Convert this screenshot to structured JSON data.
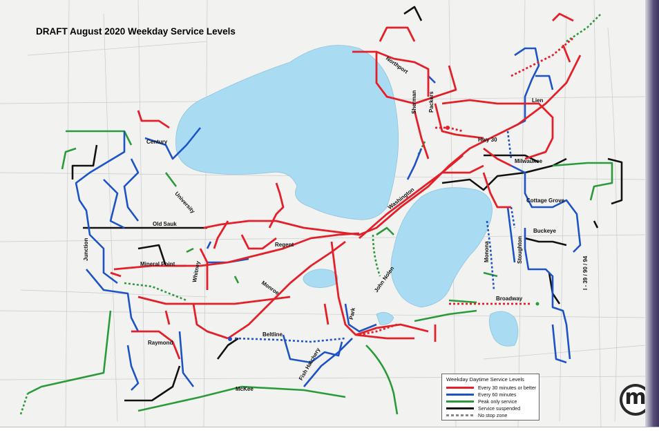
{
  "map": {
    "title": "DRAFT August 2020 Weekday Service Levels",
    "colors": {
      "water": "#a9dcf2",
      "frequent": "#e3202a",
      "hourly": "#1c53c6",
      "peak": "#2a9a3a",
      "suspended": "#111111",
      "no_stop": "#888888"
    },
    "streets": [
      "Northport",
      "Sherman",
      "Packers",
      "Lien",
      "Century",
      "Hwy 30",
      "Milwaukee",
      "University",
      "Washington",
      "Cottage Grove",
      "Old Sauk",
      "Buckeye",
      "Regent",
      "Monona",
      "Stoughton",
      "Junction",
      "Mineral Point",
      "Whitney",
      "Monroe",
      "John Nolen",
      "I - 39 / 90 / 94",
      "Broadway",
      "Park",
      "Beltline",
      "Raymond",
      "Fish Hatchery",
      "McKee"
    ],
    "legend": {
      "title": "Weekday Daytime Service Levels",
      "items": [
        {
          "label": "Every 30 minutes or better",
          "color": "#e3202a",
          "style": "solid"
        },
        {
          "label": "Every 60 minutes",
          "color": "#1c53c6",
          "style": "solid"
        },
        {
          "label": "Peak only service",
          "color": "#2a9a3a",
          "style": "solid"
        },
        {
          "label": "Service suspended",
          "color": "#111111",
          "style": "solid"
        },
        {
          "label": "No stop zone",
          "color": "#888888",
          "style": "dotted"
        }
      ]
    },
    "logo": {
      "letter": "m",
      "icon": "metro-transit-logo"
    }
  }
}
